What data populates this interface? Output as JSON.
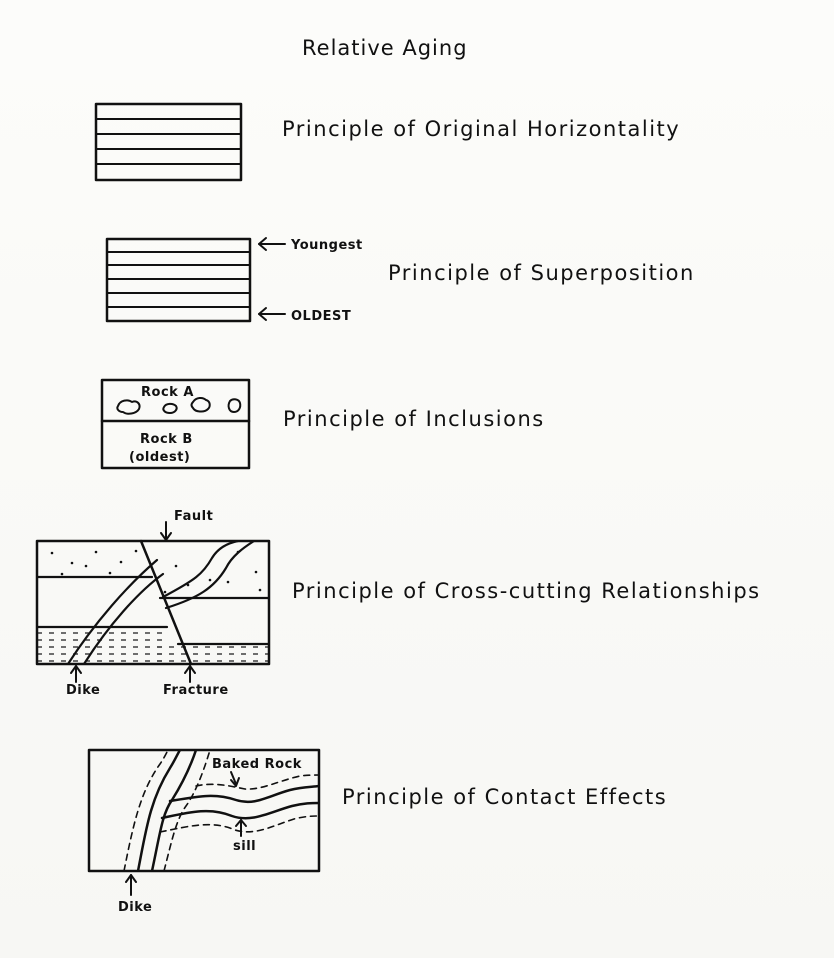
{
  "title": "Relative Aging",
  "sections": [
    {
      "label": "Principle of Original Horizontality"
    },
    {
      "label": "Principle of Superposition",
      "callouts": {
        "top": "Youngest",
        "bottom": "OLDEST"
      }
    },
    {
      "label": "Principle of Inclusions",
      "callouts": {
        "rock_a": "Rock A",
        "rock_b": "Rock B",
        "rock_b_note": "(oldest)"
      }
    },
    {
      "label": "Principle of Cross-cutting Relationships",
      "callouts": {
        "fault": "Fault",
        "dike": "Dike",
        "fracture": "Fracture"
      }
    },
    {
      "label": "Principle of Contact Effects",
      "callouts": {
        "baked_rock": "Baked Rock",
        "sill": "sill",
        "dike": "Dike"
      }
    }
  ],
  "colors": {
    "ink": "#111111",
    "paper": "#fbfbf9"
  }
}
